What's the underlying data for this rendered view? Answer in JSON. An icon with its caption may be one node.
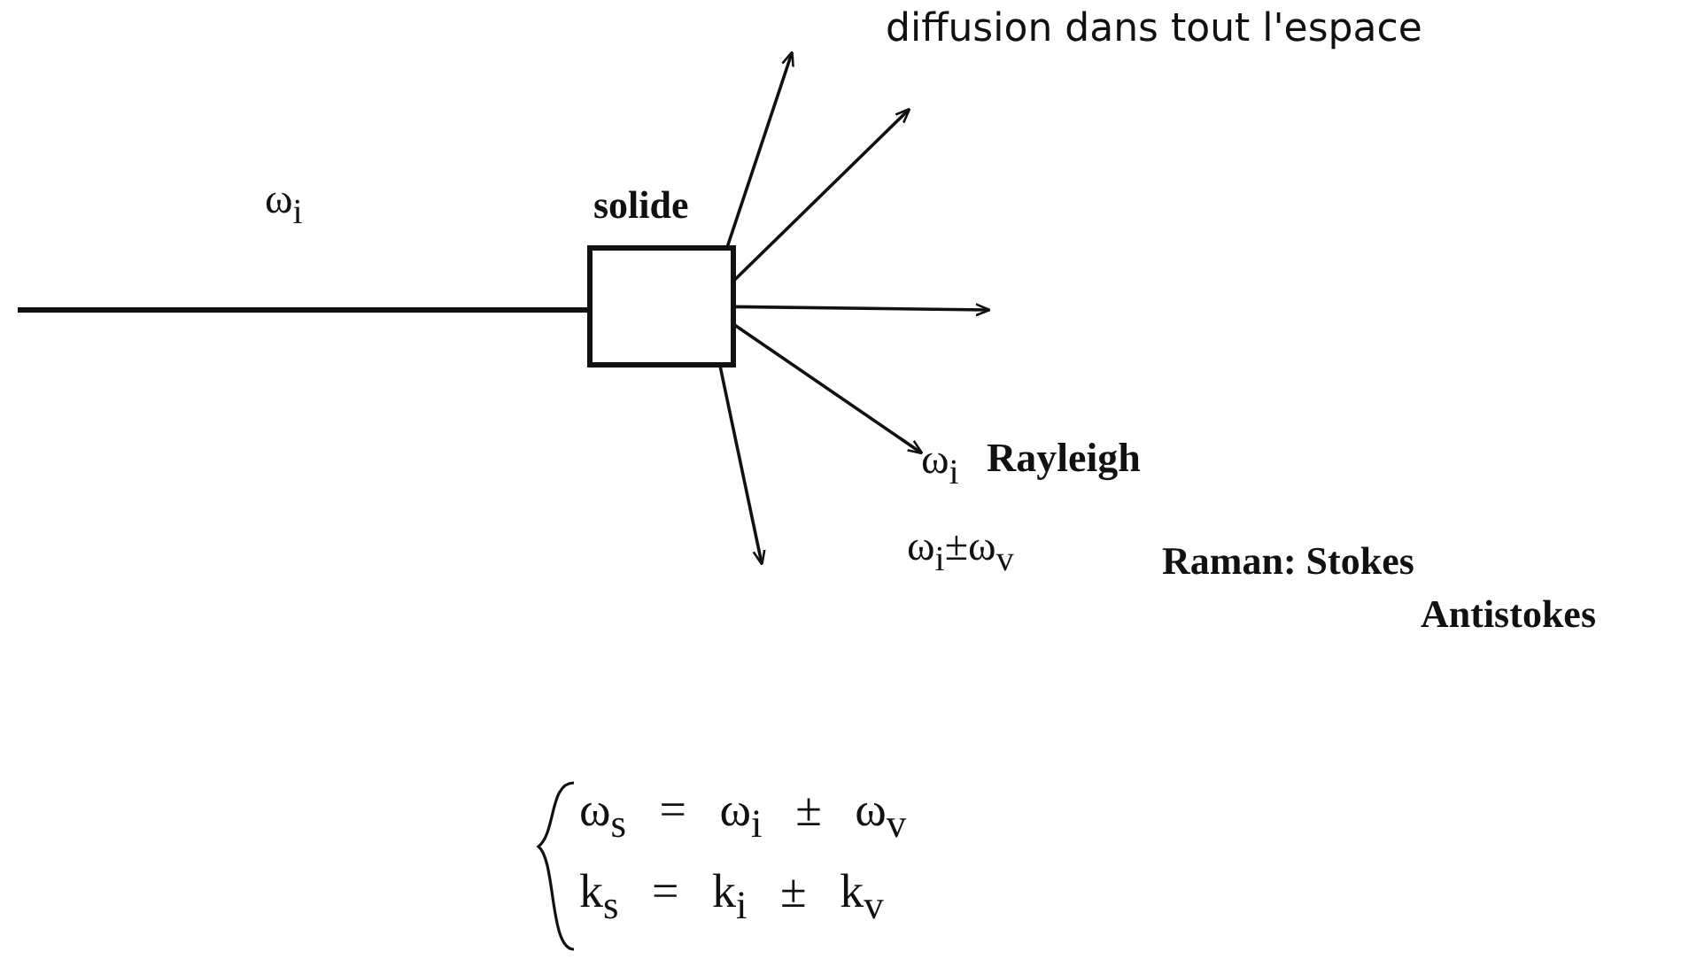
{
  "diagram": {
    "nodes": [
      {
        "text": [
          "solide"
        ]
      },
      {
        "text": [
          "ω$_{i}$"
        ]
      }
    ],
    "edges": [
      {
        "from": null,
        "to": 0,
        "arrow": "none",
        "label": "ω$_{i}$"
      },
      {
        "from": 0,
        "to": null,
        "arrow": "to"
      },
      {
        "from": 0,
        "to": null,
        "arrow": "to"
      },
      {
        "from": 0,
        "to": null,
        "arrow": "to"
      },
      {
        "from": 0,
        "to": 1,
        "arrow": "to"
      },
      {
        "from": 0,
        "to": null,
        "arrow": "to"
      }
    ],
    "labels": [
      "diffusion dans tout l'espace",
      "Rayleigh",
      "ω$_{i}$±ω$_{v}$",
      "Raman: Stokes",
      "Antistokes",
      "ω$_{s}$ = ω$_{i}$ ± ω$_{v}$",
      "k$_{s}$ = k$_{i}$ ± k$_{v}$"
    ]
  }
}
